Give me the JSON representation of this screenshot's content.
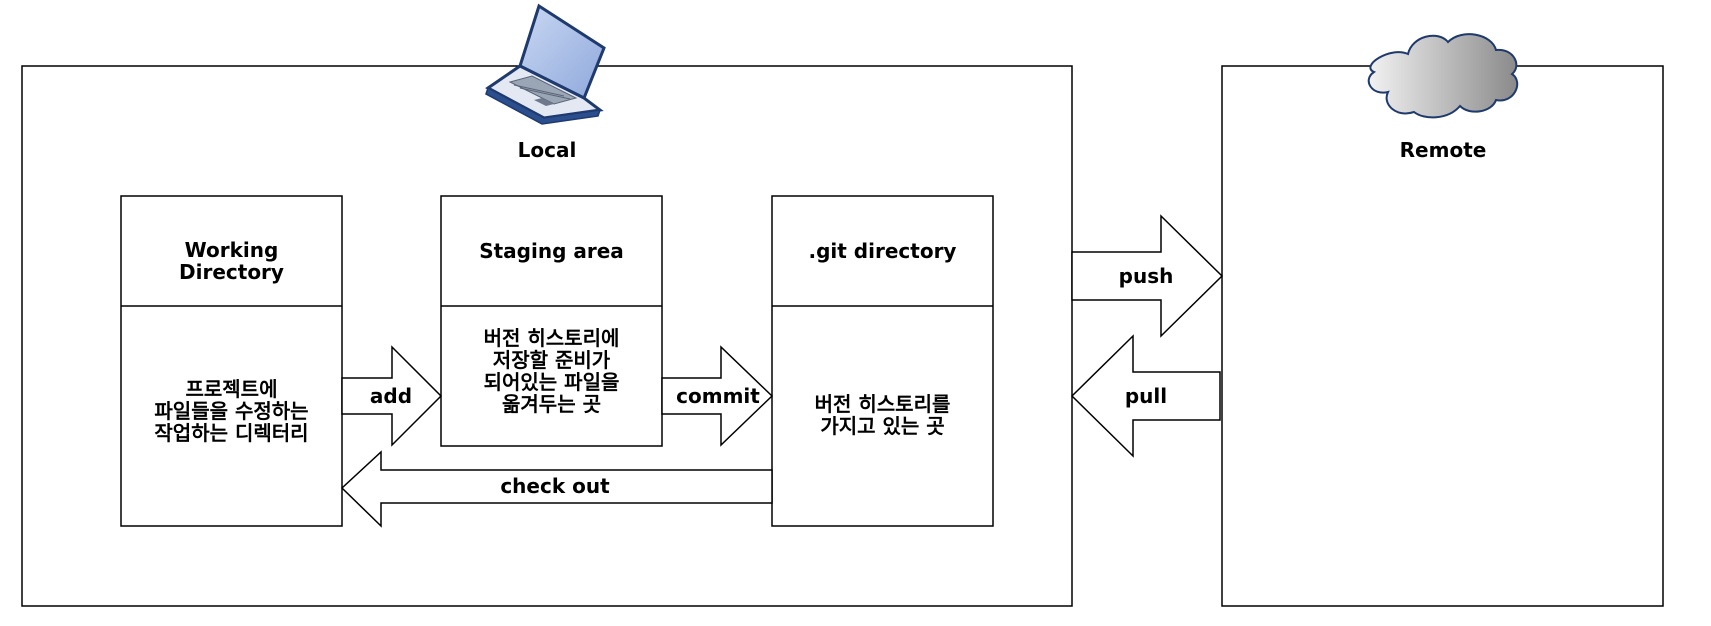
{
  "local": {
    "label": "Local"
  },
  "remote": {
    "label": "Remote"
  },
  "working_directory": {
    "title": "Working\nDirectory",
    "description": "프로젝트에\n파일들을 수정하는\n작업하는 디렉터리"
  },
  "staging_area": {
    "title": "Staging area",
    "description": "버전 히스토리에\n저장할 준비가\n되어있는 파일을\n옮겨두는 곳"
  },
  "git_directory": {
    "title": ".git directory",
    "description": "버전 히스토리를\n가지고 있는 곳"
  },
  "arrows": {
    "add": "add",
    "commit": "commit",
    "checkout": "check out",
    "push": "push",
    "pull": "pull"
  },
  "icons": {
    "local": "laptop-icon",
    "remote": "cloud-icon"
  }
}
